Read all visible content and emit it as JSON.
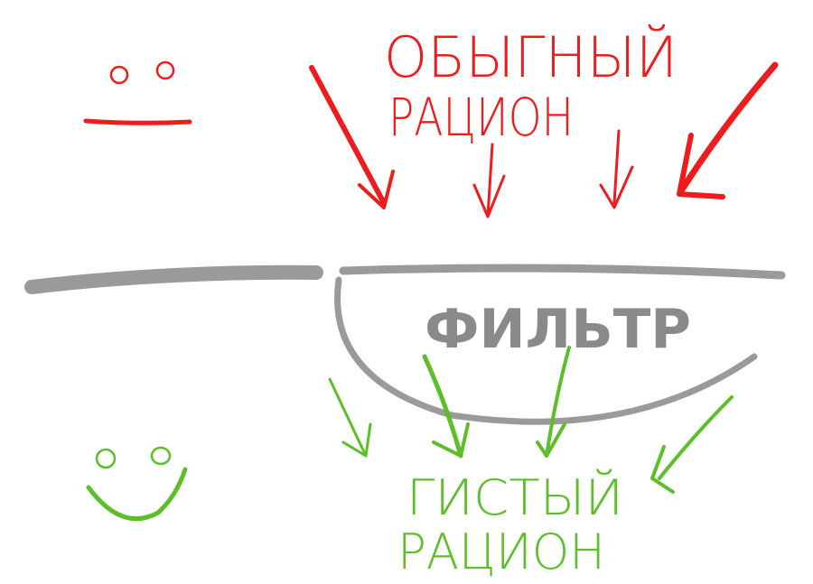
{
  "top_caption": {
    "line1": "ОБЫГНЫЙ",
    "line2": "РАЦИОН"
  },
  "filter_label": "ФИЛЬТР",
  "bottom_caption": {
    "line1": "ГИСТЫЙ",
    "line2": "РАЦИОН"
  },
  "colors": {
    "red": "#ee1c1c",
    "green": "#5cbf2a",
    "gray": "#9a9a9a",
    "dark_gray": "#8a8a8a"
  },
  "icons": {
    "sad_face": "neutral-face-icon",
    "happy_face": "smile-face-icon"
  }
}
